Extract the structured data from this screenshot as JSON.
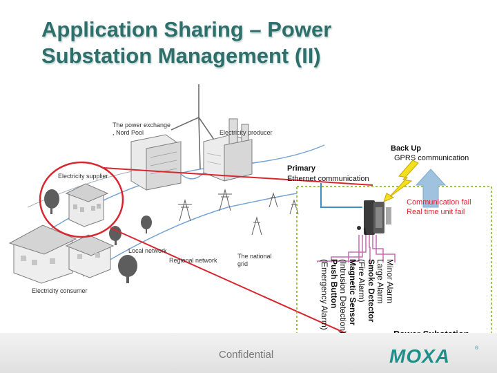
{
  "title": {
    "line1": "Application Sharing – Power",
    "line2": "Substation Management (II)"
  },
  "scene_labels": {
    "power_exchange": "The power exchange\n, Nord Pool",
    "electricity_producer": "Electricity producer",
    "electricity_supplier": "Electricity supplier",
    "local_network": "Local network",
    "regional_network": "Regional network",
    "national_grid": "The national\ngrid",
    "electricity_consumer": "Electricity consumer"
  },
  "communication": {
    "backup_title": "Back Up",
    "backup_sub": "GPRS communication",
    "primary_title": "Primary",
    "primary_sub": "Ethernet communication",
    "fail_line1": "Communication fail",
    "fail_line2": "Real time unit fail"
  },
  "sensors": {
    "minor_alarm": "Minor Alarm",
    "large_alarm": "Large Alarm",
    "smoke_detector": "Smoke Detector",
    "fire_alarm": "(Fire Alarm)",
    "magnetic_sensor": "Magnetic Sensor",
    "intrusion_detection": "(Intrusion Detection)",
    "push_button": "Push Button",
    "emergency_alarm": "(Emergency Alarm)"
  },
  "substation_label": "Power Substation",
  "footer": {
    "confidential": "Confidential",
    "brand": "MOXA",
    "registered": "®"
  },
  "colors": {
    "title": "#2e6e6b",
    "red_circle": "#d8262f",
    "dotted_box": "#9bc24a",
    "ethernet_line": "#3a8fc8",
    "sensor_lines": "#c56bb0",
    "lightning": "#f2e01c",
    "arrow": "#9fc3df",
    "brand": "#1f8f8a"
  }
}
